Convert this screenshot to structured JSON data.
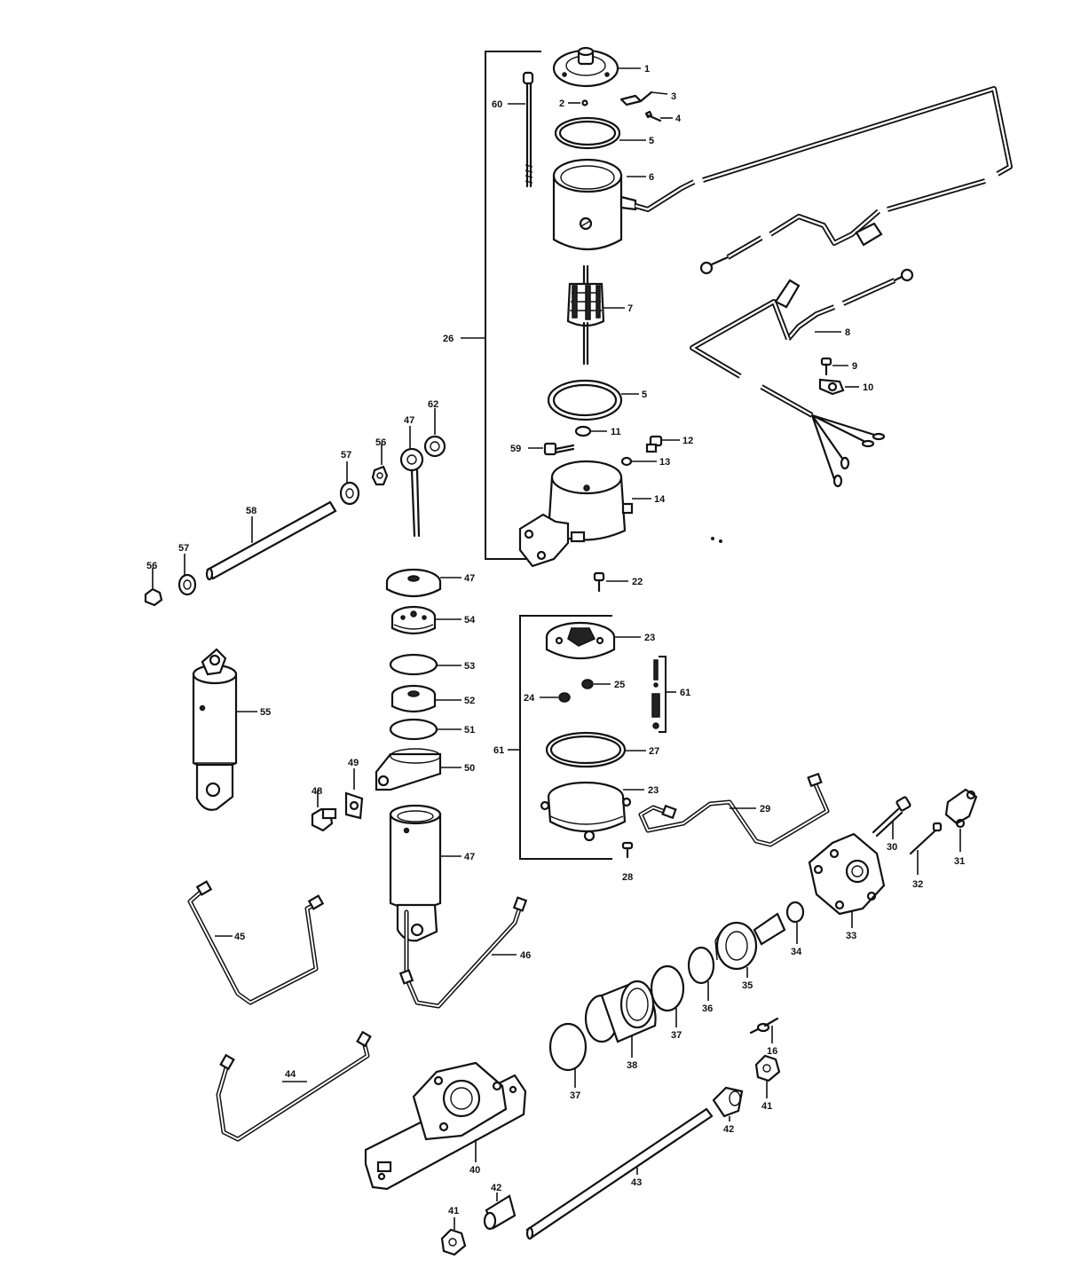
{
  "callouts": [
    {
      "id": "c1",
      "label": "1"
    },
    {
      "id": "c2",
      "label": "2"
    },
    {
      "id": "c3",
      "label": "3"
    },
    {
      "id": "c4",
      "label": "4"
    },
    {
      "id": "c5a",
      "label": "5"
    },
    {
      "id": "c5b",
      "label": "5"
    },
    {
      "id": "c6",
      "label": "6"
    },
    {
      "id": "c7",
      "label": "7"
    },
    {
      "id": "c8",
      "label": "8"
    },
    {
      "id": "c9",
      "label": "9"
    },
    {
      "id": "c10",
      "label": "10"
    },
    {
      "id": "c11",
      "label": "11"
    },
    {
      "id": "c12",
      "label": "12"
    },
    {
      "id": "c13",
      "label": "13"
    },
    {
      "id": "c14",
      "label": "14"
    },
    {
      "id": "c16",
      "label": "16"
    },
    {
      "id": "c22",
      "label": "22"
    },
    {
      "id": "c23a",
      "label": "23"
    },
    {
      "id": "c23b",
      "label": "23"
    },
    {
      "id": "c24",
      "label": "24"
    },
    {
      "id": "c25",
      "label": "25"
    },
    {
      "id": "c26",
      "label": "26"
    },
    {
      "id": "c27",
      "label": "27"
    },
    {
      "id": "c28",
      "label": "28"
    },
    {
      "id": "c29",
      "label": "29"
    },
    {
      "id": "c30",
      "label": "30"
    },
    {
      "id": "c31",
      "label": "31"
    },
    {
      "id": "c32",
      "label": "32"
    },
    {
      "id": "c33",
      "label": "33"
    },
    {
      "id": "c34",
      "label": "34"
    },
    {
      "id": "c35",
      "label": "35"
    },
    {
      "id": "c36",
      "label": "36"
    },
    {
      "id": "c37a",
      "label": "37"
    },
    {
      "id": "c37b",
      "label": "37"
    },
    {
      "id": "c38",
      "label": "38"
    },
    {
      "id": "c40",
      "label": "40"
    },
    {
      "id": "c41a",
      "label": "41"
    },
    {
      "id": "c41b",
      "label": "41"
    },
    {
      "id": "c42a",
      "label": "42"
    },
    {
      "id": "c42b",
      "label": "42"
    },
    {
      "id": "c43",
      "label": "43"
    },
    {
      "id": "c44",
      "label": "44"
    },
    {
      "id": "c45",
      "label": "45"
    },
    {
      "id": "c46",
      "label": "46"
    },
    {
      "id": "c47a",
      "label": "47"
    },
    {
      "id": "c47b",
      "label": "47"
    },
    {
      "id": "c47c",
      "label": "47"
    },
    {
      "id": "c48",
      "label": "48"
    },
    {
      "id": "c49",
      "label": "49"
    },
    {
      "id": "c50",
      "label": "50"
    },
    {
      "id": "c51",
      "label": "51"
    },
    {
      "id": "c52",
      "label": "52"
    },
    {
      "id": "c53",
      "label": "53"
    },
    {
      "id": "c54",
      "label": "54"
    },
    {
      "id": "c55",
      "label": "55"
    },
    {
      "id": "c56a",
      "label": "56"
    },
    {
      "id": "c56b",
      "label": "56"
    },
    {
      "id": "c57a",
      "label": "57"
    },
    {
      "id": "c57b",
      "label": "57"
    },
    {
      "id": "c58",
      "label": "58"
    },
    {
      "id": "c59",
      "label": "59"
    },
    {
      "id": "c60",
      "label": "60"
    },
    {
      "id": "c61a",
      "label": "61"
    },
    {
      "id": "c61b",
      "label": "61"
    },
    {
      "id": "c62",
      "label": "62"
    }
  ]
}
